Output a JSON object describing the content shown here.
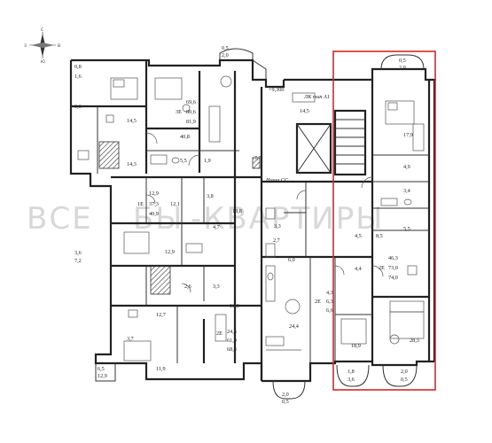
{
  "watermark": "ВСЕ",
  "compass": {
    "n": "С",
    "s": "Ю",
    "w": "З",
    "e": "В"
  },
  "tags": {
    "elevation": "+9,300",
    "lk": "ЛК тип А1",
    "niche": "Ниша СС"
  },
  "labels": {
    "a": "0,5",
    "b": "2,0",
    "c": "0,8",
    "d": "1,6",
    "e": "3,6",
    "f": "14,5",
    "g": "14,3",
    "h": "3Е",
    "i": "69,6",
    "j": "80,6",
    "k": "81,9",
    "l": "40,8",
    "m": "5,5",
    "n": "1,9",
    "o": "7,7",
    "p": "14,5",
    "q": "12,9",
    "r": "1Е",
    "s": "37,3",
    "t": "40,9",
    "u": "12,1",
    "v": "3,8",
    "w": "18,8",
    "x": "4,7",
    "y": "2,7",
    "z": "3,3",
    "aa": "12,9",
    "ab": "3,6",
    "ac": "7,2",
    "ad": "2,6",
    "ae": "3,3",
    "af": "6,0",
    "ag": "12,7",
    "ah": "13,9",
    "ai": "2Е",
    "aj": "24,6",
    "ak": "61,9",
    "al": "68,4",
    "am": "3,7",
    "an": "11,9",
    "ao": "6,5",
    "ap": "12,9",
    "aq": "24,4",
    "ar": "2,0",
    "as": "0,5",
    "at": "17,9",
    "au": "4,9",
    "av": "3,4",
    "aw": "4,5",
    "ax": "8,5",
    "ay": "5,5",
    "az": "4,4",
    "ba": "2Е",
    "bb": "46,3",
    "bc": "73,0",
    "bd": "74,0",
    "be": "4,3",
    "bf": "6,3",
    "bg": "6,6",
    "bh": "2Е",
    "bi": "18,9",
    "bj": "28,3",
    "bk": "1,8",
    "bl": "3,6",
    "bm": "2,0",
    "bn": "0,5",
    "bo": "0,5",
    "bp": "2,0"
  }
}
